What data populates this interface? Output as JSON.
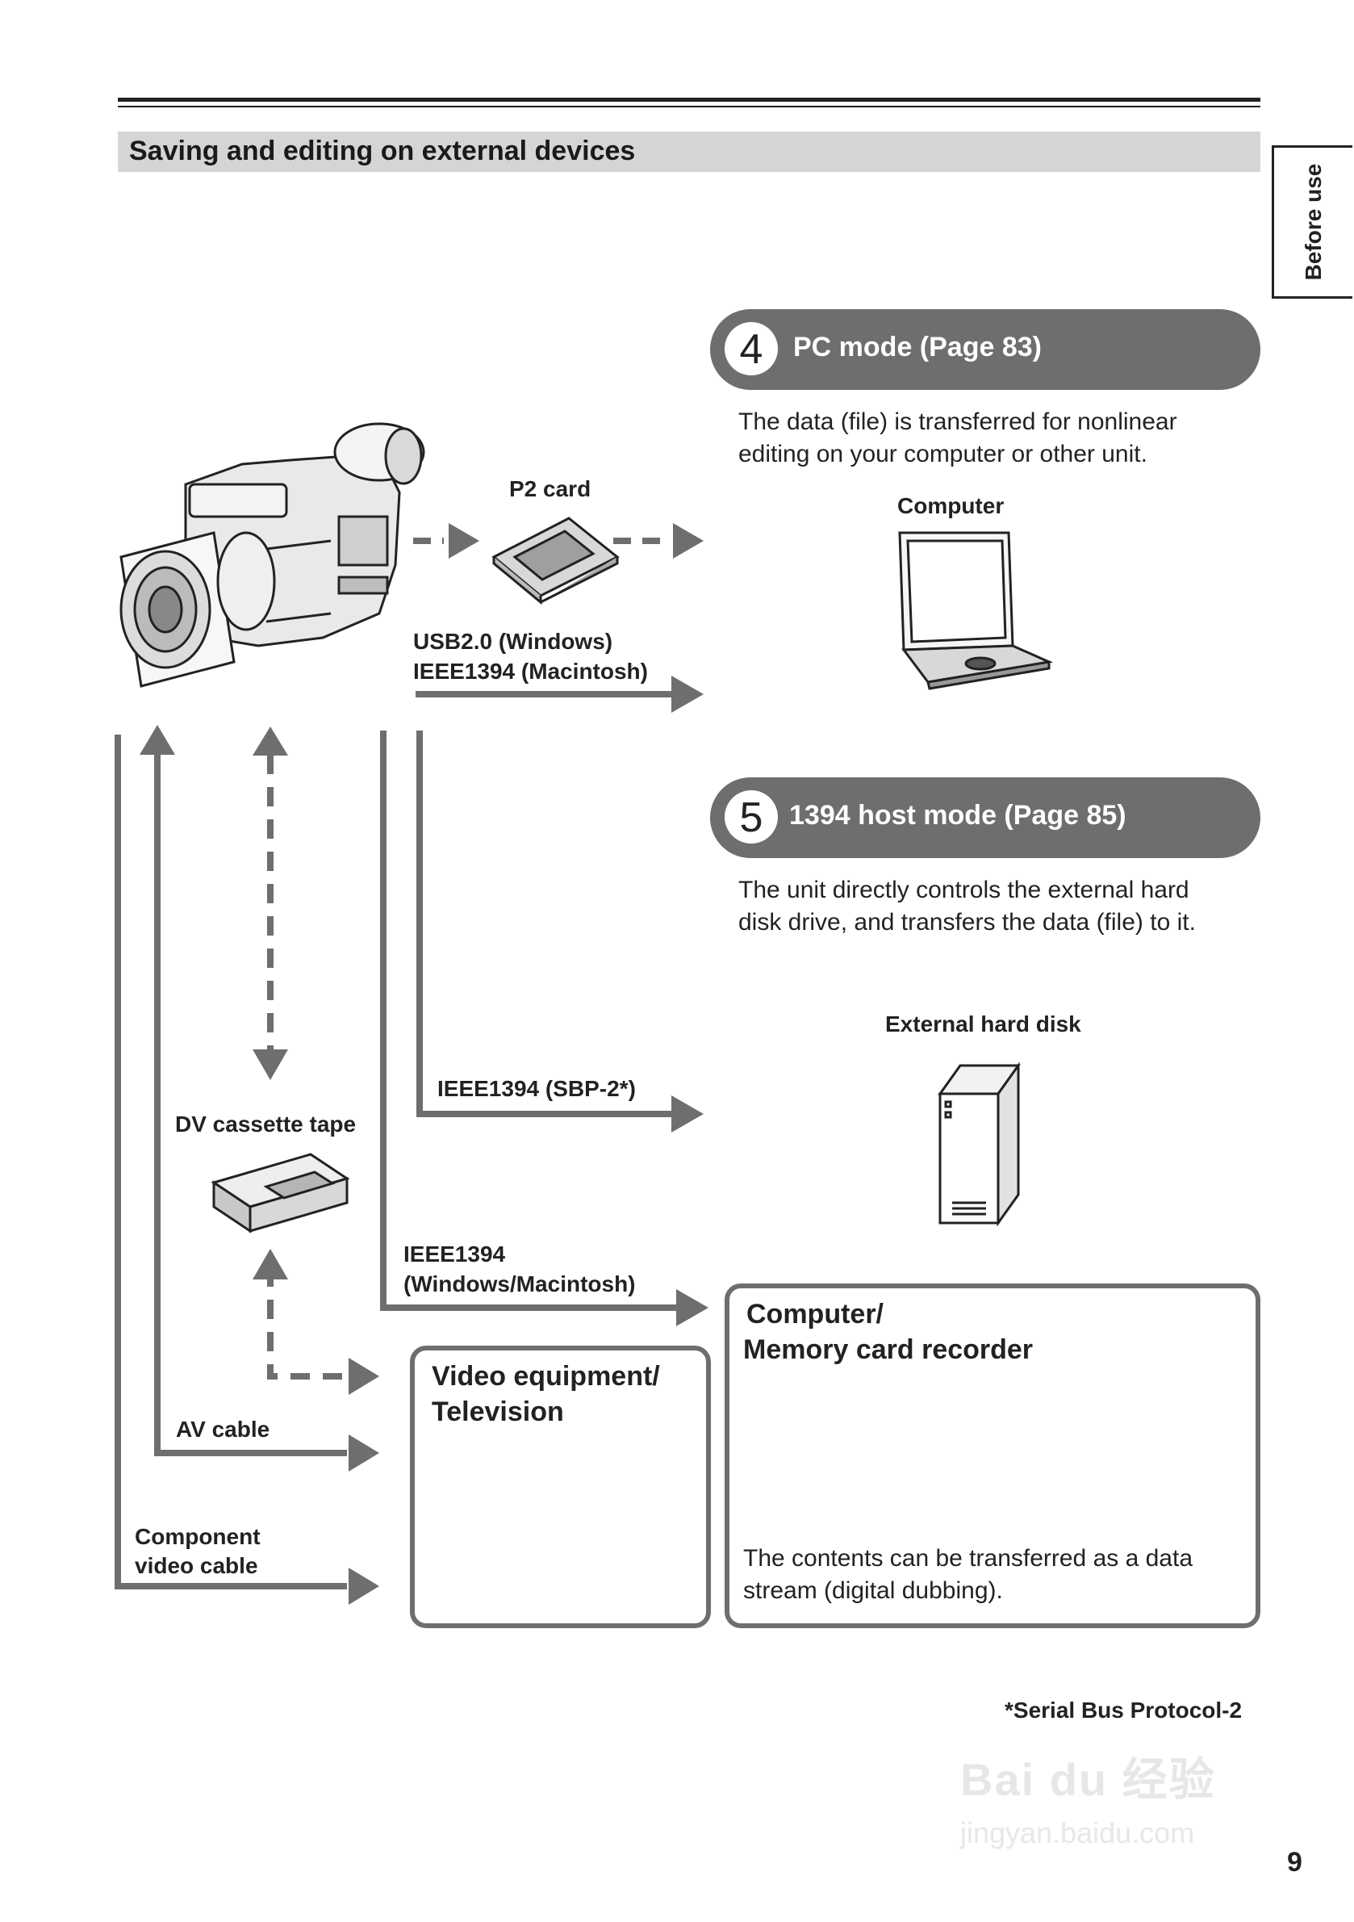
{
  "section": {
    "title": "Saving and editing on external devices"
  },
  "side_tab": {
    "label": "Before use"
  },
  "pc_mode": {
    "number": "4",
    "title": "PC mode (Page 83)",
    "description": "The data (file) is transferred for nonlinear editing on your computer or other unit.",
    "device_label": "Computer"
  },
  "host_mode": {
    "number": "5",
    "title": "1394 host mode (Page 85)",
    "description": "The unit directly controls the external hard disk drive, and transfers the data (file) to it.",
    "device_label": "External hard disk"
  },
  "connections": {
    "p2_card": "P2 card",
    "usb_line1": "USB2.0 (Windows)",
    "usb_line2": "IEEE1394 (Macintosh)",
    "sbp2": "IEEE1394 (SBP-2*)",
    "ieee_line1": "IEEE1394",
    "ieee_line2": "(Windows/Macintosh)",
    "dv_tape": "DV cassette tape",
    "av_cable": "AV cable",
    "component_line1": "Component",
    "component_line2": "video cable"
  },
  "video_box": {
    "title_line1": "Video equipment/",
    "title_line2": "Television"
  },
  "recorder_box": {
    "title_line1": "Computer/",
    "title_line2": "Memory card recorder",
    "description": "The contents can be transferred as a data stream (digital dubbing)."
  },
  "footnote": "*Serial Bus Protocol-2",
  "page_number": "9",
  "watermark": {
    "main": "Bai du 经验",
    "sub": "jingyan.baidu.com"
  },
  "colors": {
    "arrow_gray": "#6e6e6e",
    "pill_gray": "#6e6e6e",
    "section_bar": "#d5d5d5"
  }
}
